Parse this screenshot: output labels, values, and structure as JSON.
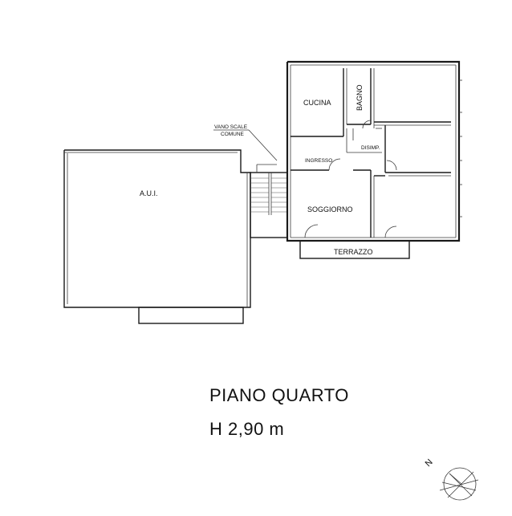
{
  "plan": {
    "rooms": {
      "cucina": "CUCINA",
      "bagno": "BAGNO",
      "disimpegno": "DISIMP.",
      "ingresso": "INGRESSO",
      "soggiorno": "SOGGIORNO",
      "terrazzo": "TERRAZZO",
      "aui": "A.U.I.",
      "vano_scale_line1": "VANO SCALE",
      "vano_scale_line2": "COMUNE"
    },
    "compass": {
      "north_letter": "N"
    }
  },
  "footer": {
    "floor": "PIANO QUARTO",
    "height": "H 2,90 m"
  }
}
